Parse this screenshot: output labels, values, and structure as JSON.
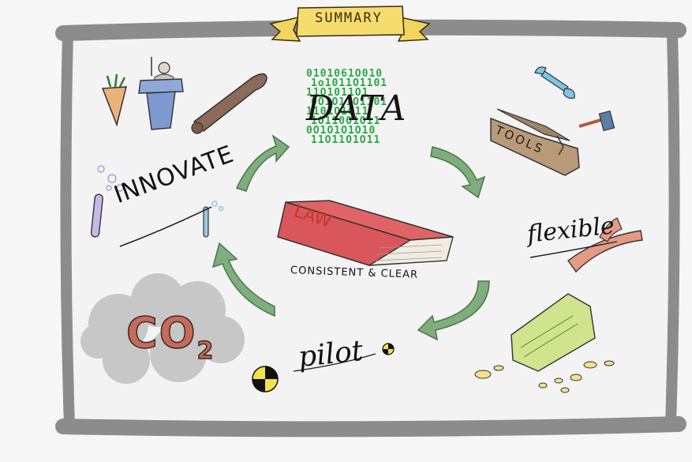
{
  "title": "SUMMARY",
  "center": {
    "book_label": "LAW",
    "caption": "CONSISTENT & CLEAR"
  },
  "items": {
    "data": "DATA",
    "innovate": "INNOVATE",
    "flexible": "flexible",
    "pilot": "pilot",
    "co2": "CO",
    "co2_sub": "2",
    "tools": "TOOLS"
  },
  "binary_rows": [
    "0101061O010",
    "1o1011O1101",
    "11O1011O1",
    "0O1O11O1101",
    "1101O1011",
    "1O110O1O11",
    "0O1O1O1O10",
    "11O11O1O11"
  ],
  "colors": {
    "board_frame": "#8c8c8c",
    "board_fill": "#f3f3f3",
    "arrow": "#7fae7d",
    "banner": "#f2d561",
    "book": "#d9575a",
    "binary": "#27a944"
  }
}
